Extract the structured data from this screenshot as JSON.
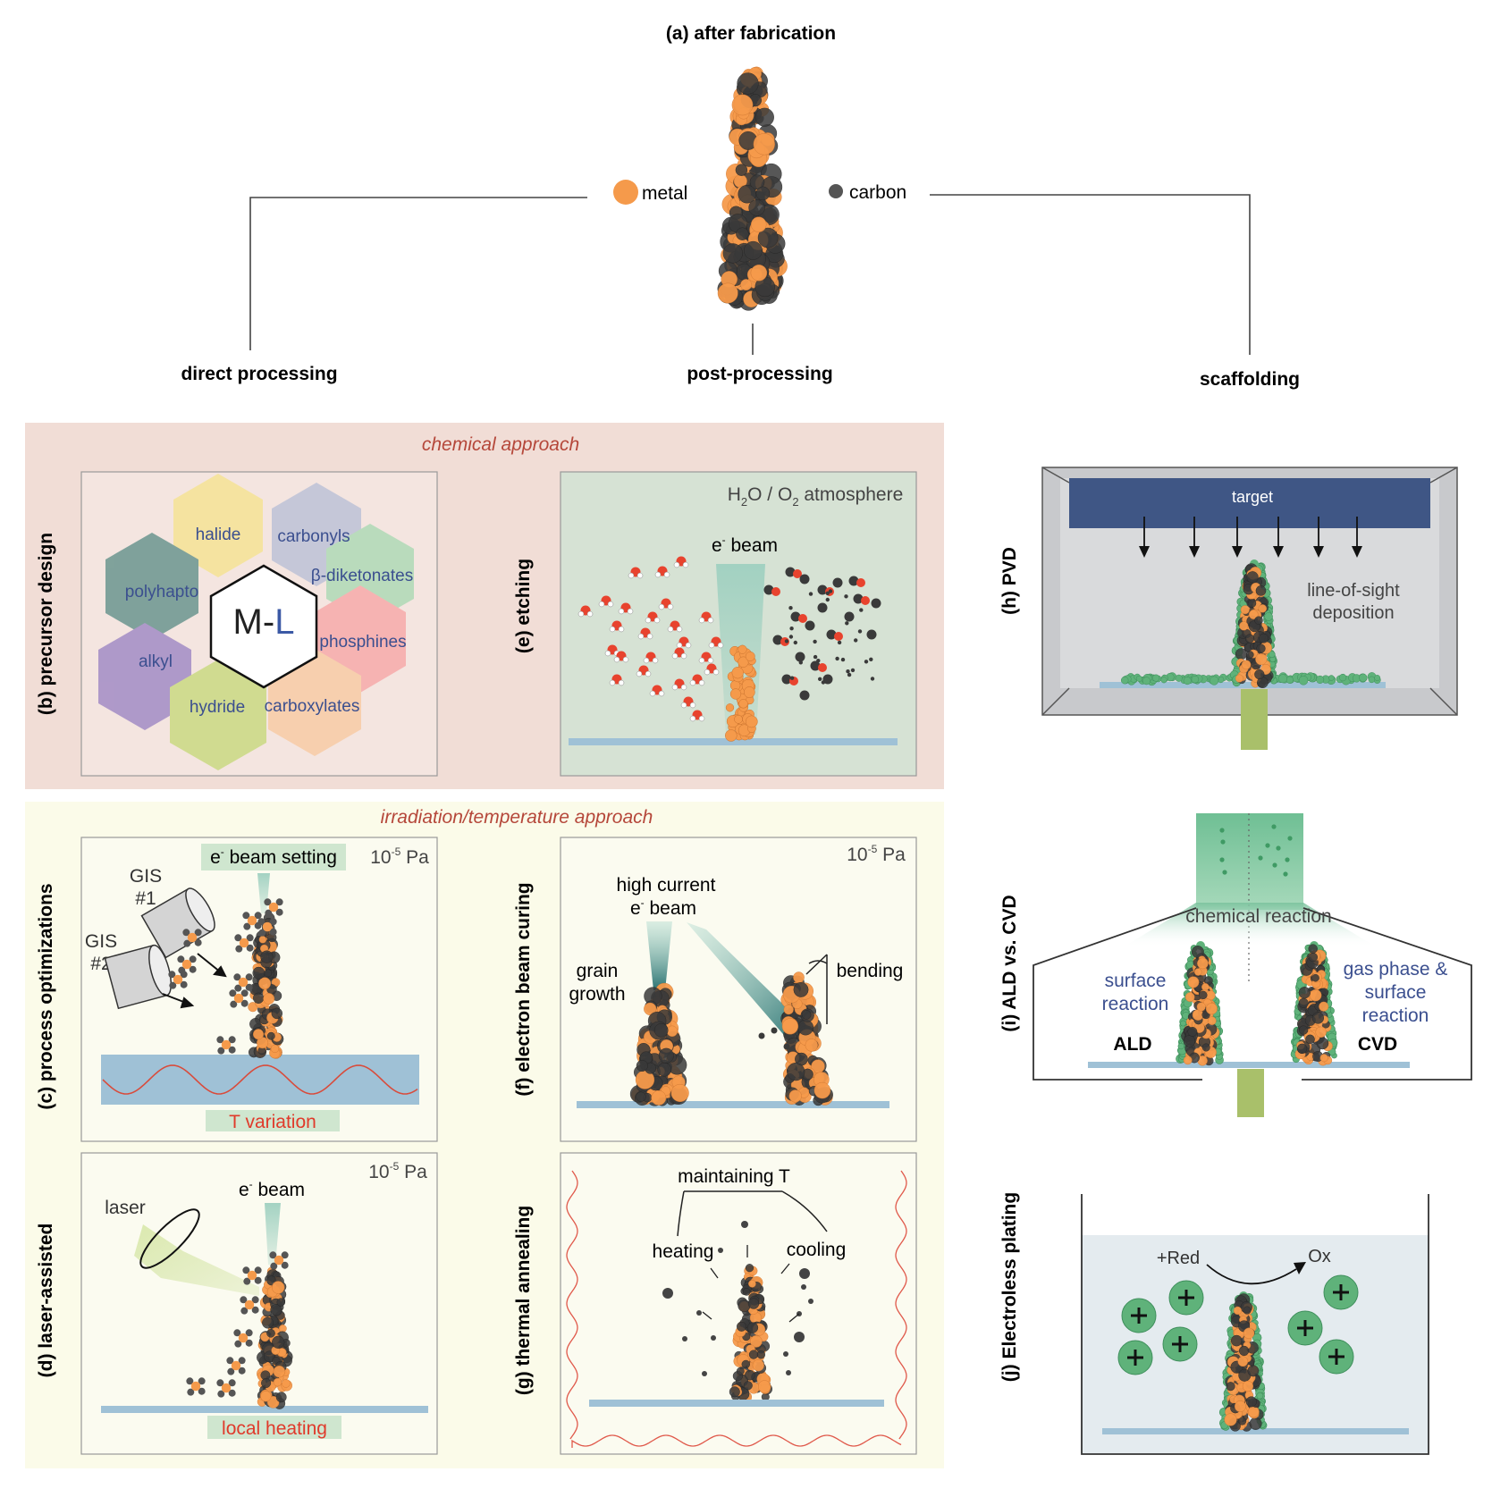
{
  "top": {
    "title": "(a) after fabrication",
    "legend_metal": "metal",
    "legend_carbon": "carbon",
    "branch_left": "direct processing",
    "branch_mid": "post-processing",
    "branch_right": "scaffolding"
  },
  "chemical": {
    "header": "chemical approach",
    "b_label": "(b) precursor design",
    "b_center_m": "M-",
    "b_center_l": "L",
    "ligands": [
      "halide",
      "carbonyls",
      "polyhapto",
      "β-diketonates",
      "alkyl",
      "phosphines",
      "hydride",
      "carboxylates"
    ],
    "e_label": "(e) etching",
    "e_atmosphere_a": "H",
    "e_atmosphere_b": "2",
    "e_atmosphere_c": "O / O",
    "e_atmosphere_d": "2",
    "e_atmosphere_e": " atmosphere",
    "e_beam_e": "e",
    "e_beam_rest": " beam"
  },
  "irradiation": {
    "header": "irradiation/temperature approach",
    "c_label": "(c) process optimizations",
    "c_setting_e": "e",
    "c_setting_rest": " beam setting",
    "pressure_base": "10",
    "pressure_exp": "-5",
    "pressure_unit": " Pa",
    "gis1_a": "GIS",
    "gis1_b": "#1",
    "gis2_a": "GIS",
    "gis2_b": "#2",
    "c_tvar": "T variation",
    "d_label": "(d) laser-assisted",
    "d_laser": "laser",
    "d_beam_e": "e",
    "d_beam_rest": " beam",
    "d_local": "local heating",
    "f_label": "(f) electron beam curing",
    "f_high_a": "high current",
    "f_high_e": "e",
    "f_high_rest": " beam",
    "f_grain_a": "grain",
    "f_grain_b": "growth",
    "f_bending": "bending",
    "g_label": "(g) thermal annealing",
    "g_maintain": "maintaining T",
    "g_heating": "heating",
    "g_cooling": "cooling"
  },
  "scaffold": {
    "h_label": "(h) PVD",
    "h_target": "target",
    "h_los_a": "line-of-sight",
    "h_los_b": "deposition",
    "i_label": "(i) ALD vs. CVD",
    "i_chem": "chemical reaction",
    "i_surf_a": "surface",
    "i_surf_b": "reaction",
    "i_gas_a": "gas phase &",
    "i_gas_b": "surface",
    "i_gas_c": "reaction",
    "i_ald": "ALD",
    "i_cvd": "CVD",
    "j_label": "(j) Electroless plating",
    "j_red": "+Red",
    "j_ox": "Ox"
  },
  "colors": {
    "metal": "#f59a4b",
    "carbon": "#3a3a3a",
    "shell": "#5fb27a",
    "chem_bg": "#f1ddd6",
    "irr_bg": "#fbfbe9",
    "header_red": "#b5473a",
    "substrate": "#9fc1d6",
    "target": "#3f5685"
  }
}
